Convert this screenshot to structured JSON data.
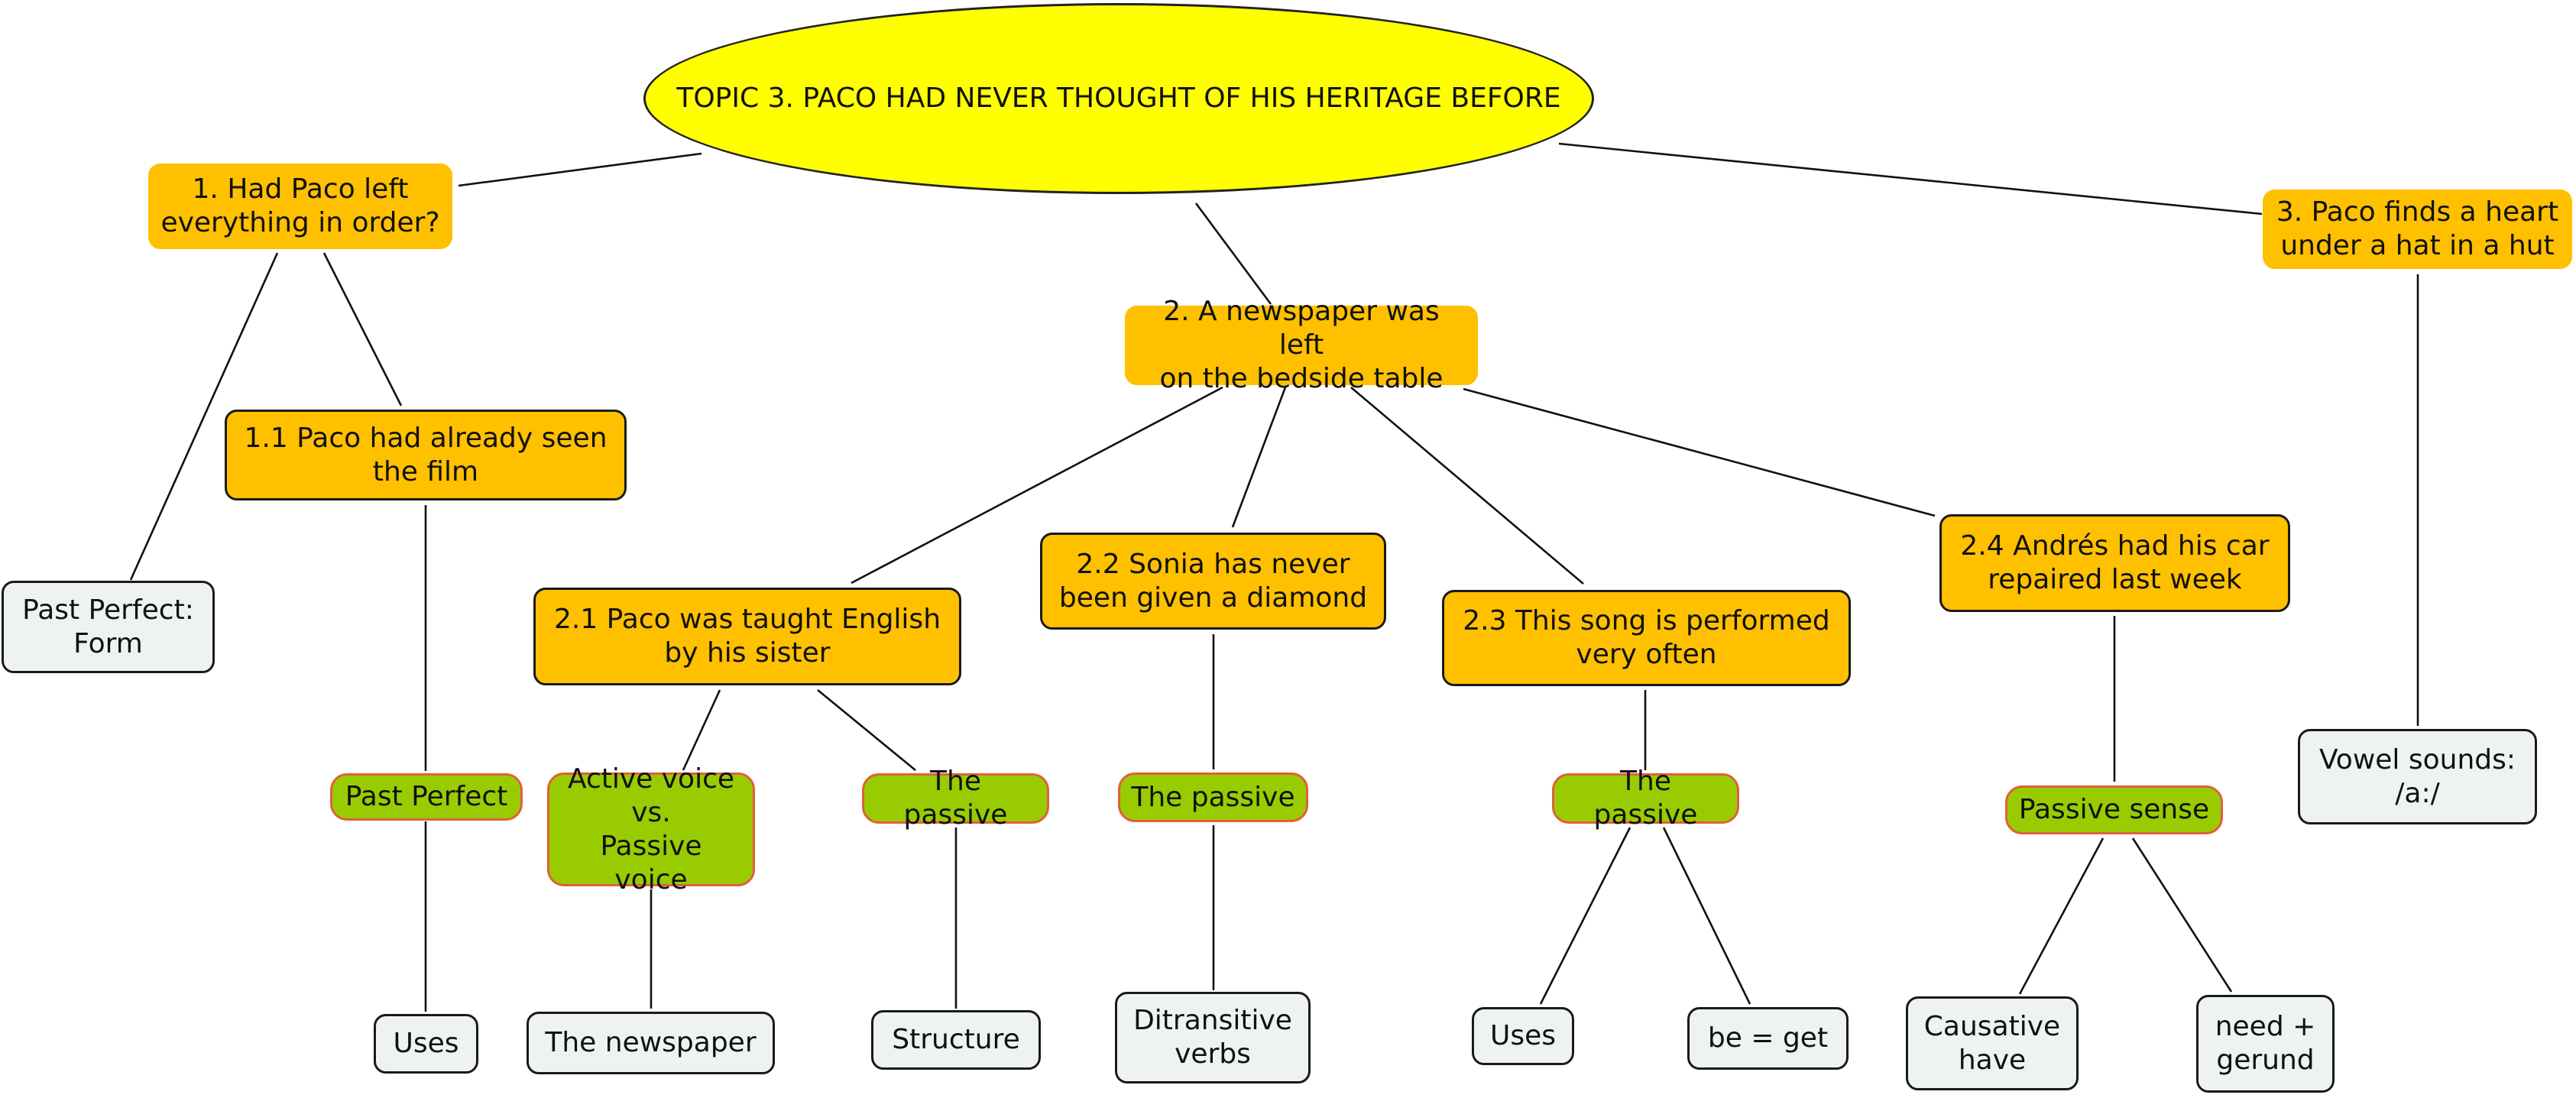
{
  "concept_map": {
    "root": "TOPIC 3. PACO HAD NEVER THOUGHT OF HIS HERITAGE BEFORE",
    "branch_1": {
      "title": "1. Had Paco left\neverything in order?",
      "sub_1_1": "1.1 Paco had already seen\nthe film",
      "past_perfect_form": "Past Perfect:\nForm",
      "past_perfect": "Past Perfect",
      "uses": "Uses"
    },
    "branch_2": {
      "title": "2. A newspaper was left\non the bedside table",
      "sub_2_1": {
        "title": "2.1 Paco was taught English\nby his sister",
        "active_vs_passive": "Active voice\nvs.\nPassive voice",
        "the_newspaper": "The newspaper",
        "the_passive": "The passive",
        "structure": "Structure"
      },
      "sub_2_2": {
        "title": "2.2 Sonia has never\nbeen given a diamond",
        "the_passive": "The passive",
        "ditransitive": "Ditransitive\nverbs"
      },
      "sub_2_3": {
        "title": "2.3 This song is performed\nvery often",
        "the_passive": "The passive",
        "uses": "Uses",
        "be_get": "be = get"
      },
      "sub_2_4": {
        "title": "2.4 Andrés had his car\nrepaired last week",
        "passive_sense": "Passive sense",
        "causative_have": "Causative\nhave",
        "need_gerund": "need +\ngerund"
      }
    },
    "branch_3": {
      "title": "3. Paco finds a heart\nunder a hat in a hut",
      "vowel_sounds": "Vowel sounds:\n/a:/"
    }
  },
  "colors": {
    "root_fill": "#ffff00",
    "topic_fill": "#ffc000",
    "subtopic_fill": "#99cc00",
    "subtopic_border": "#e0603a",
    "leaf_fill": "#eef2f3",
    "line": "#111111"
  }
}
